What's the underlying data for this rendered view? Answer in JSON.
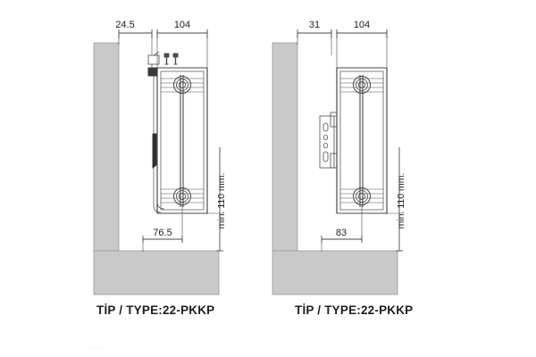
{
  "page": {
    "background": "#ffffff",
    "wall_color": "#c9c9c9",
    "line_color": "#4a4a4a",
    "text_color": "#1f1f1f"
  },
  "diagrams": [
    {
      "id": "left",
      "caption": "TİP / TYPE:22-PKKP",
      "dimensions": {
        "gap_to_wall": "24.5",
        "depth": "104",
        "floor_offset": "76.5",
        "min_height": "min. 110 mm."
      },
      "parts": {
        "valve_label": "valve-assembly",
        "bracket_label": "side-connection-bracket"
      }
    },
    {
      "id": "right",
      "caption": "TİP / TYPE:22-PKKP",
      "dimensions": {
        "gap_to_wall": "31",
        "depth": "104",
        "floor_offset": "83",
        "min_height": "min. 110 mm."
      },
      "parts": {
        "valve_label": "wall-mount-bracket",
        "bracket_label": "wall-mount-bracket"
      }
    }
  ],
  "footer": {
    "fragment": "........"
  }
}
